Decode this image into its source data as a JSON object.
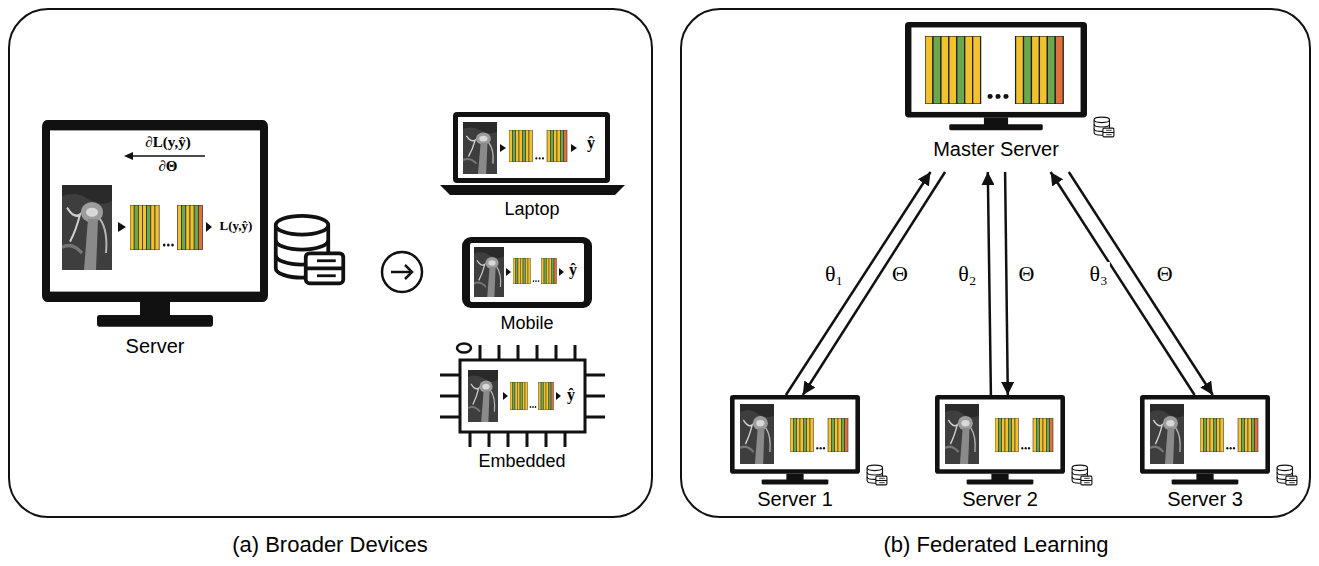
{
  "diagram": {
    "nodes": [
      {
        "text": [
          "(a) Broader Devices"
        ]
      },
      {
        "text": [
          "∂L(y,ŷ)",
          "∂Θ",
          "L(y,ŷ)",
          "Server"
        ],
        "in": 0
      },
      {
        "text": [
          "ŷ",
          "Laptop"
        ],
        "in": 0
      },
      {
        "text": [
          "ŷ",
          "Mobile"
        ],
        "in": 0
      },
      {
        "text": [
          "ŷ",
          "Embedded"
        ],
        "in": 0
      },
      {
        "text": [
          "(b) Federated Learning"
        ]
      },
      {
        "text": [
          "Master Server"
        ],
        "in": 5
      },
      {
        "text": [
          "Server 1"
        ],
        "in": 5
      },
      {
        "text": [
          "Server 2"
        ],
        "in": 5
      },
      {
        "text": [
          "Server 3"
        ],
        "in": 5
      }
    ],
    "edges": [
      {
        "from": 7,
        "to": 6,
        "arrow": "to",
        "label": "θ₁"
      },
      {
        "from": 6,
        "to": 7,
        "arrow": "to",
        "label": "Θ"
      },
      {
        "from": 8,
        "to": 6,
        "arrow": "to",
        "label": "θ₂"
      },
      {
        "from": 6,
        "to": 8,
        "arrow": "to",
        "label": "Θ"
      },
      {
        "from": 9,
        "to": 6,
        "arrow": "to",
        "label": "θ₃"
      },
      {
        "from": 6,
        "to": 9,
        "arrow": "to",
        "label": "Θ"
      }
    ]
  }
}
